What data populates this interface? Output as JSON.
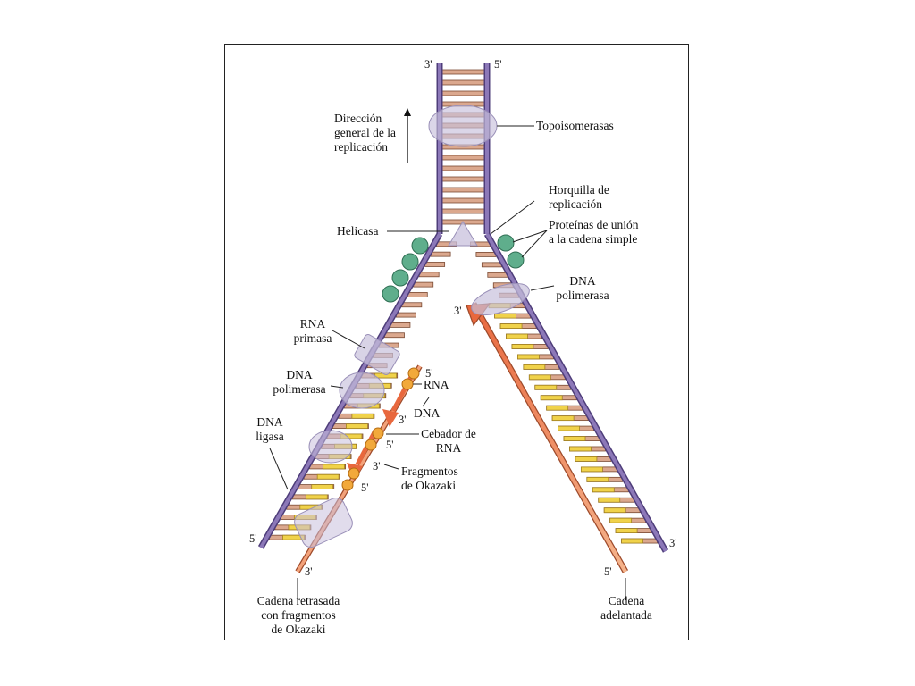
{
  "ends": {
    "top_left": "3'",
    "top_right": "5'",
    "leading_3": "3'",
    "okazaki_5": "5'",
    "okazaki_3_a": "3'",
    "okazaki_5_b": "5'",
    "okazaki_3_b": "3'",
    "okazaki_5_c": "5'",
    "bottom_left_5": "5'",
    "lagging_3": "3'",
    "leading_5": "5'",
    "bottom_right_3": "3'"
  },
  "labels": {
    "direction_line1": "Dirección",
    "direction_line2": "general de la",
    "direction_line3": "replicación",
    "topoisomerases": "Topoisomerasas",
    "fork_line1": "Horquilla de",
    "fork_line2": "replicación",
    "helicase": "Helicasa",
    "ssb_line1": "Proteínas de unión",
    "ssb_line2": "a la cadena simple",
    "dnapol_right_line1": "DNA",
    "dnapol_right_line2": "polimerasa",
    "primase_line1": "RNA",
    "primase_line2": "primasa",
    "dnapol_left_line1": "DNA",
    "dnapol_left_line2": "polimerasa",
    "rna": "RNA",
    "dna": "DNA",
    "primer_line1": "Cebador de",
    "primer_line2": "RNA",
    "ligase_line1": "DNA",
    "ligase_line2": "ligasa",
    "okazaki_line1": "Fragmentos",
    "okazaki_line2": "de Okazaki",
    "lagging_line1": "Cadena retrasada",
    "lagging_line2": "con fragmentos",
    "lagging_line3": "de Okazaki",
    "leading_line1": "Cadena",
    "leading_line2": "adelantada"
  },
  "colors": {
    "backbone": "#7a63a8",
    "backbone_edge": "#4e3d7a",
    "rung": "#dba88e",
    "rung_edge": "#7a4a33",
    "new_base": "#f0d24a",
    "new_strand": "#f08d5c",
    "ssb_protein": "#5fae8c",
    "enzyme": "#c8c0dc",
    "primer": "#f2a93b"
  }
}
